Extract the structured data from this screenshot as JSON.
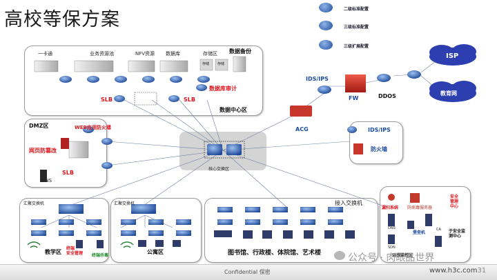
{
  "slide": {
    "title": "高校等保方案",
    "confidential": "Confidential 保密",
    "url": "www.h3c.com",
    "page_number": "31",
    "watermark": "公众号 · 肉眼品世界"
  },
  "legend": [
    {
      "label": "二级标准配置",
      "color": "#1f4d9b"
    },
    {
      "label": "三级标准配置",
      "color": "#1f4d9b"
    },
    {
      "label": "三级扩展配置",
      "color": "#1f4d9b"
    }
  ],
  "internet": {
    "isp": "ISP",
    "edu_net": "教育网",
    "ddos": "DDOS",
    "fw": "FW",
    "ids_ips": "IDS/IPS",
    "acg": "ACG"
  },
  "datacenter": {
    "zone_label": "数据中心区",
    "backup": "数据备份",
    "db_audit": "数据库审计",
    "slb_left": "SLB",
    "slb_right": "SLB",
    "groups": [
      "一卡通",
      "业务资源池",
      "NFV资源",
      "数据库",
      "存储区"
    ],
    "storage_items": [
      "存储",
      "存储"
    ]
  },
  "dmz": {
    "zone_label": "DMZ区",
    "waf": "WEB应用防火墙",
    "tamper": "网页防篡改",
    "slb": "SLB",
    "dns": "DNS"
  },
  "core": {
    "label": "核心交换区"
  },
  "right_security": {
    "ids_ips": "IDS/IPS",
    "firewall": "防火墙"
  },
  "teaching": {
    "agg": "汇聚交换机",
    "zone": "教学区",
    "terminal_mgmt": "终端\n安全管理",
    "terminal_av": "终端杀毒"
  },
  "dorm": {
    "agg": "汇聚交换机",
    "zone": "公寓区"
  },
  "access": {
    "label": "接入交换机",
    "zone": "图书馆、行政楼、体院馆、艺术楼"
  },
  "ops": {
    "scanner": "漏扫系统",
    "av_server": "防病毒服务器",
    "sec_mgmt": "安全\n管理\n中心",
    "fortress": "堡垒机",
    "soc": "于安全监\n测中心",
    "ops_zone": "运维监控区",
    "items": [
      "DNS",
      "CA",
      "SDN"
    ]
  }
}
